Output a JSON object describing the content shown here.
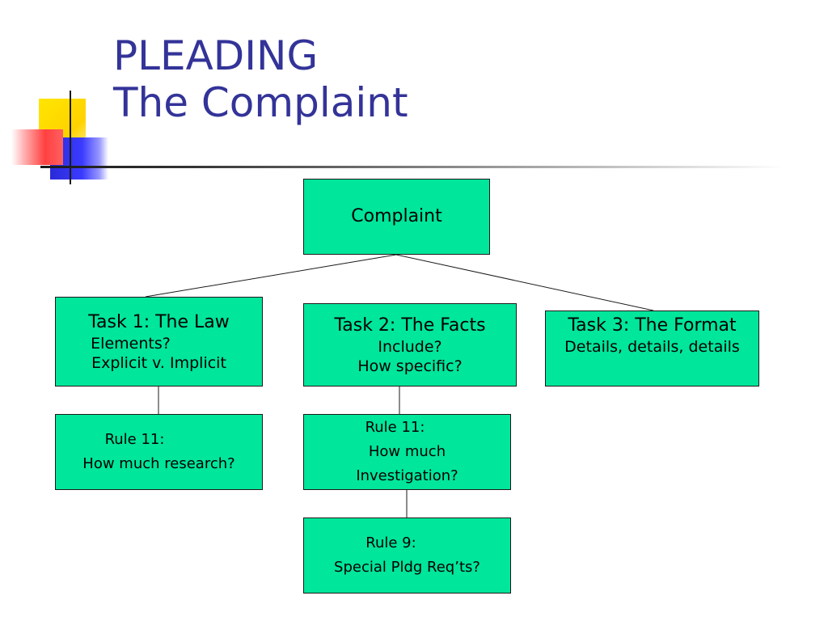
{
  "slide": {
    "title_line1": "PLEADING",
    "title_line2": "The Complaint"
  },
  "colors": {
    "title": "#333399",
    "box_fill": "#00e69a",
    "box_border": "#1a1a1a",
    "accent_yellow": "#ffe600",
    "accent_red": "#ff4040",
    "accent_blue": "#3b3bff"
  },
  "diagram": {
    "root": {
      "label": "Complaint"
    },
    "task1": {
      "title": "Task 1:  The Law",
      "line1": "Elements?",
      "line2": "Explicit v. Implicit"
    },
    "task2": {
      "title": "Task 2:  The Facts",
      "line1": "Include?",
      "line2": "How specific?"
    },
    "task3": {
      "title": "Task 3:  The Format",
      "line1": "Details, details, details"
    },
    "rule11_law": {
      "line1": "Rule 11:",
      "line2": "How much research?"
    },
    "rule11_facts": {
      "line1": "Rule 11:",
      "line2": "How much",
      "line3": "Investigation?"
    },
    "rule9": {
      "line1": "Rule 9:",
      "line2": "Special Pldg Req’ts?"
    }
  }
}
